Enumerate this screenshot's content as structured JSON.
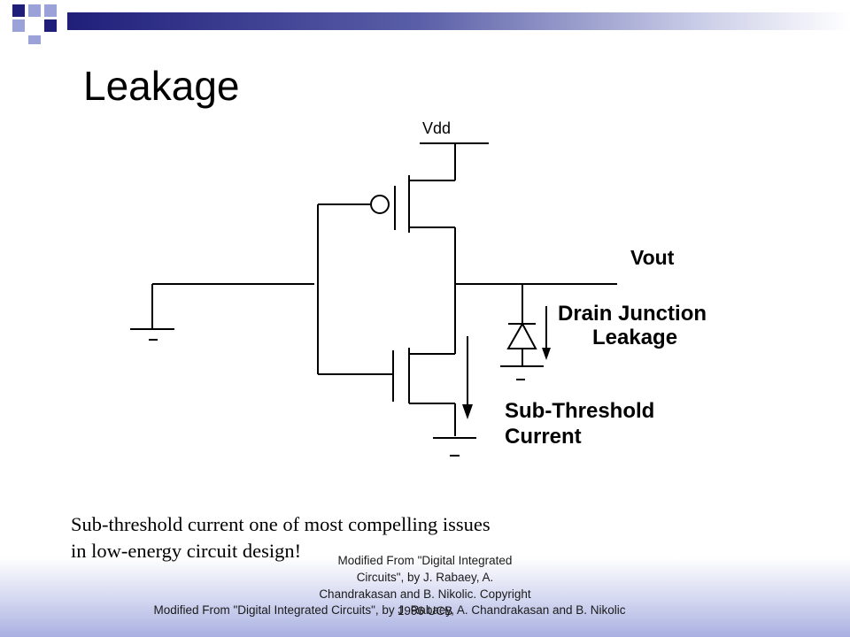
{
  "slide": {
    "title": "Leakage",
    "body_lines": [
      "Sub-threshold current one of most compelling issues",
      "in low-energy circuit design!"
    ],
    "copyright_lines": [
      "Modified From \"Digital Integrated",
      "Circuits\", by J. Rabaey, A.",
      "Chandrakasan and B. Nikolic. Copyright",
      "1996 UCB"
    ],
    "footer": "Modified From \"Digital Integrated Circuits\", by J. Rabaey, A. Chandrakasan and B. Nikolic"
  },
  "diagram": {
    "vdd_label": "Vdd",
    "vout_label": "Vout",
    "drain_label_lines": [
      "Drain Junction",
      "Leakage"
    ],
    "subthreshold_label_lines": [
      "Sub-Threshold",
      "Current"
    ]
  },
  "colors": {
    "navy": "#1f1f7a",
    "light_blue": "#9aa2d8"
  }
}
